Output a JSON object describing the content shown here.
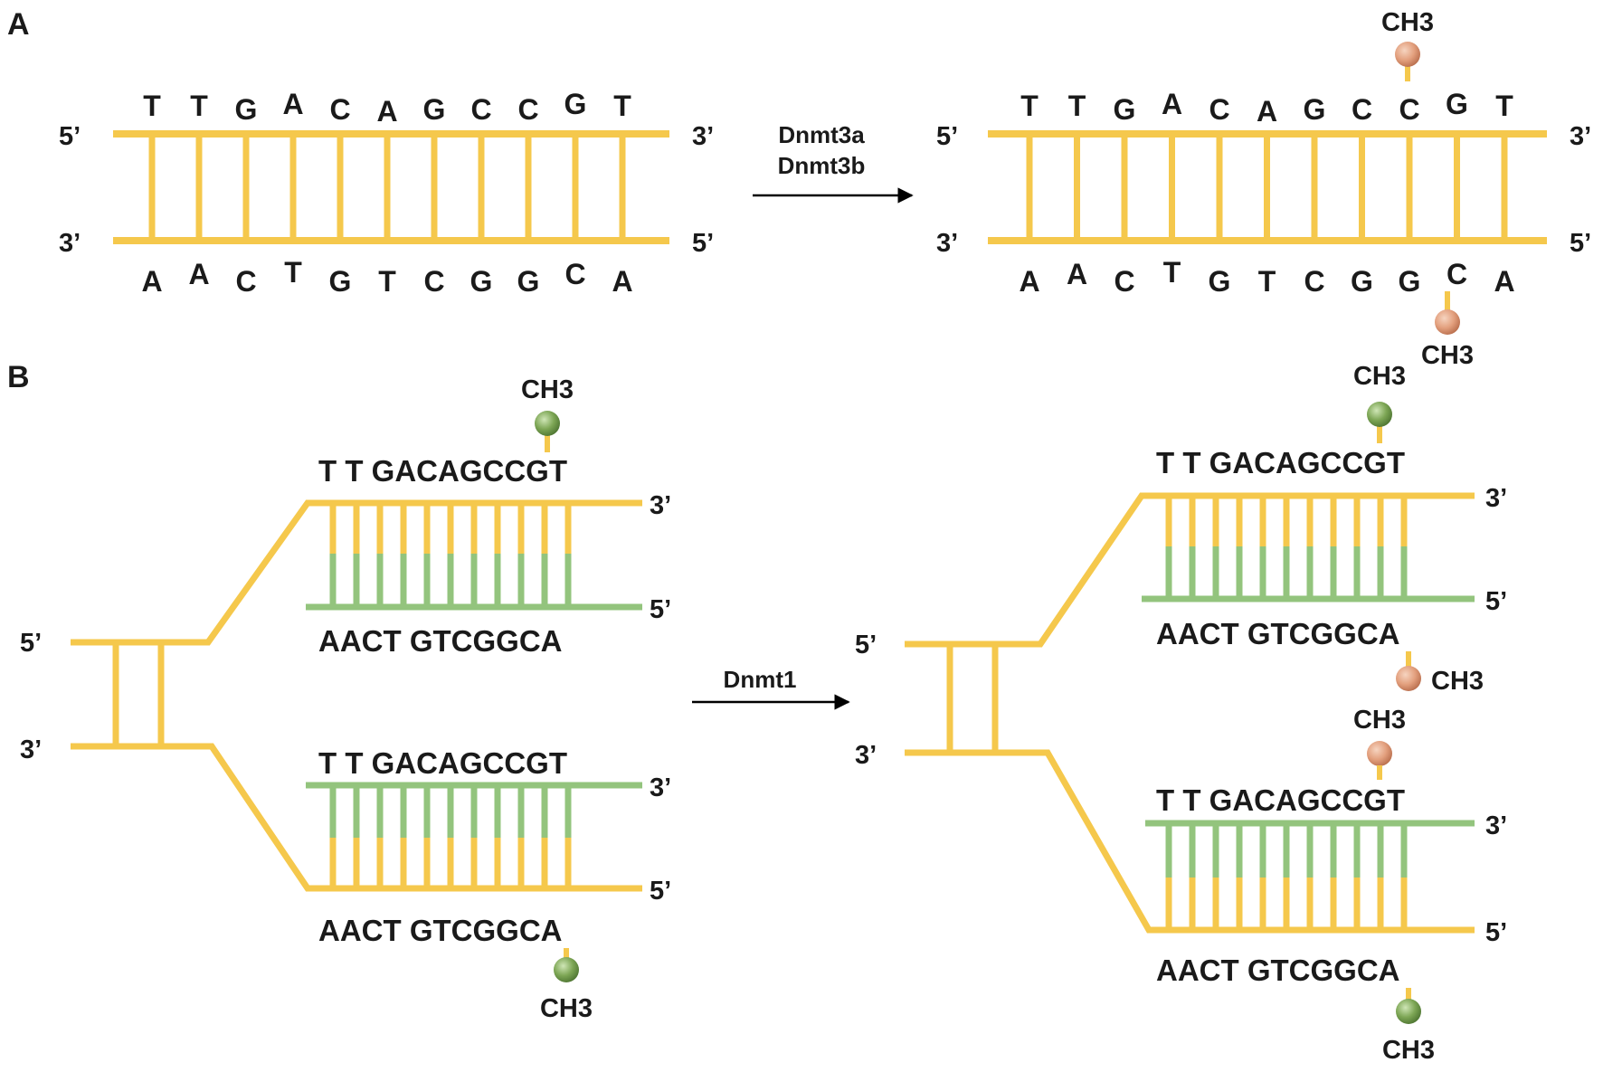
{
  "colors": {
    "parent_strand": "#f5c84c",
    "new_strand": "#93c47d",
    "de_novo_methyl": "#e3a07e",
    "maintenance_methyl": "#7da655",
    "arrow": "#000000"
  },
  "panel_a": {
    "label": "A",
    "top_sequence": [
      "T",
      "T",
      "G",
      "A",
      "C",
      "A",
      "G",
      "C",
      "C",
      "G",
      "T"
    ],
    "bottom_sequence": [
      "A",
      "A",
      "C",
      "T",
      "G",
      "T",
      "C",
      "G",
      "G",
      "C",
      "A"
    ],
    "left_top_end": "5’",
    "left_bottom_end": "3’",
    "right_top_end": "3’",
    "right_bottom_end": "5’",
    "enzyme_1": "Dnmt3a",
    "enzyme_2": "Dnmt3b",
    "methyl_top": "CH3",
    "methyl_bottom": "CH3"
  },
  "panel_b": {
    "label": "B",
    "top_sequence": "T T GACAGCCGT",
    "bottom_sequence": "AACT GTCGGCA",
    "stem_top_end": "5’",
    "stem_bottom_end": "3’",
    "fork_end_3": "3’",
    "fork_end_5": "5’",
    "enzyme": "Dnmt1",
    "methyl": "CH3"
  }
}
